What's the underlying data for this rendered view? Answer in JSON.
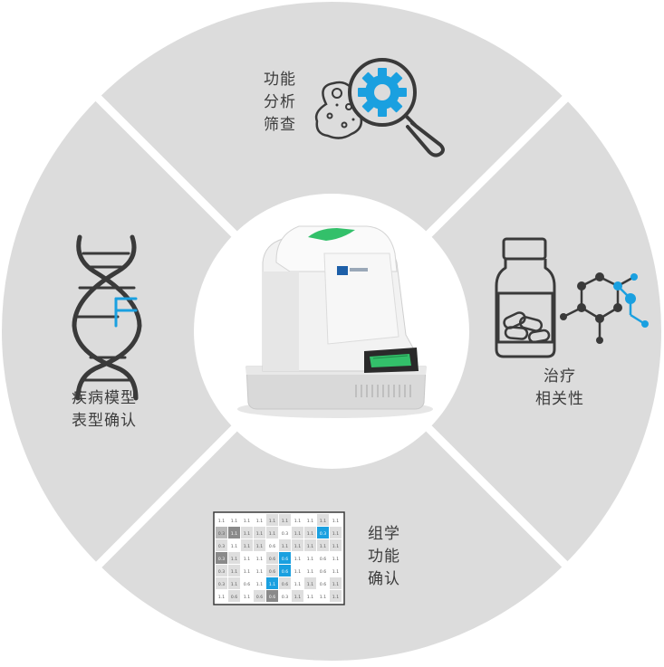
{
  "segments": [
    {
      "id": "top",
      "lines": [
        "功能",
        "分析",
        "筛查"
      ],
      "icon": "cell-magnifier-gear-icon"
    },
    {
      "id": "right",
      "lines": [
        "治疗",
        "相关性"
      ],
      "icon": "pill-bottle-molecule-icon"
    },
    {
      "id": "bottom",
      "lines": [
        "组学",
        "功能",
        "确认"
      ],
      "icon": "data-grid-heatmap-icon"
    },
    {
      "id": "left",
      "lines": [
        "疾病模型",
        "表型确认"
      ],
      "icon": "dna-helix-icon"
    }
  ],
  "center": {
    "icon": "imaging-instrument-icon"
  },
  "grid": {
    "rows": [
      [
        "1.1",
        "1.1",
        "1.1",
        "1.1",
        "1.1",
        "1.1",
        "1.1",
        "1.1",
        "1.1",
        "1.1"
      ],
      [
        "0.3",
        "1.1",
        "1.1",
        "1.1",
        "1.1",
        "0.3",
        "1.1",
        "1.1",
        "0.3",
        "1.1"
      ],
      [
        "0.3",
        "1.1",
        "1.1",
        "1.1",
        "0.6",
        "1.1",
        "1.1",
        "1.1",
        "1.1",
        "1.1"
      ],
      [
        "0.3",
        "1.1",
        "1.1",
        "1.1",
        "0.6",
        "0.6",
        "1.1",
        "1.1",
        "0.6",
        "1.1"
      ],
      [
        "0.3",
        "1.1",
        "1.1",
        "1.1",
        "0.6",
        "0.6",
        "1.1",
        "1.1",
        "0.6",
        "1.1"
      ],
      [
        "0.3",
        "1.1",
        "0.6",
        "1.1",
        "1.1",
        "0.6",
        "1.1",
        "1.1",
        "0.6",
        "1.1"
      ],
      [
        "1.1",
        "0.6",
        "1.1",
        "0.6",
        "0.6",
        "0.3",
        "1.1",
        "1.1",
        "1.1",
        "1.1"
      ]
    ],
    "shades": [
      [
        "w",
        "w",
        "w",
        "w",
        "l",
        "l",
        "w",
        "w",
        "l",
        "w"
      ],
      [
        "m",
        "d",
        "l",
        "l",
        "l",
        "w",
        "l",
        "l",
        "b",
        "l"
      ],
      [
        "l",
        "w",
        "l",
        "l",
        "w",
        "l",
        "l",
        "l",
        "l",
        "l"
      ],
      [
        "d",
        "l",
        "w",
        "w",
        "l",
        "b",
        "w",
        "w",
        "w",
        "w"
      ],
      [
        "l",
        "l",
        "w",
        "w",
        "l",
        "b",
        "w",
        "w",
        "w",
        "w"
      ],
      [
        "l",
        "l",
        "w",
        "w",
        "b",
        "l",
        "w",
        "l",
        "w",
        "l"
      ],
      [
        "w",
        "l",
        "w",
        "l",
        "d",
        "w",
        "l",
        "w",
        "w",
        "l"
      ]
    ]
  },
  "colors": {
    "ring": "#dcdcdc",
    "icon_dark": "#3a3a3a",
    "accent_blue": "#1aa0e0",
    "accent_green": "#33c06a",
    "gap": "#ffffff"
  }
}
